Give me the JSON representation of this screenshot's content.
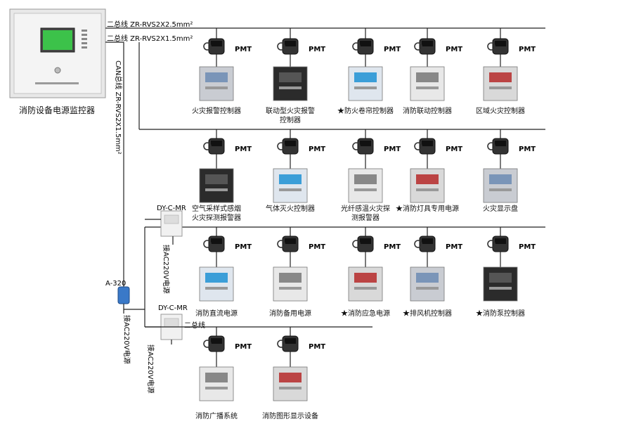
{
  "controller": {
    "title": "消防设备电源监控器",
    "screen_color": "#3cc24a"
  },
  "buses": {
    "bus1": "二总线 ZR-RVS2X2.5mm²",
    "bus2": "二总线 ZR-RVS2X1.5mm²",
    "can": "CAN总线 ZR-RVS2X1.5mm²",
    "bus3": "二总线"
  },
  "modules": {
    "dy1": "DY-C-MR",
    "dy2": "DY-C-MR",
    "a320": "A-320",
    "power1": "接AC220V电源",
    "power2": "接AC220V电源",
    "power3": "接AC220V电源"
  },
  "sensor_label": "PMT",
  "rows": [
    {
      "devices": [
        {
          "label": "火灾报警控制器"
        },
        {
          "label": "联动型火灾报警\n控制器"
        },
        {
          "label": "★防火卷帘控制器"
        },
        {
          "label": "消防联动控制器"
        },
        {
          "label": "区域火灾控制器"
        }
      ]
    },
    {
      "devices": [
        {
          "label": "空气采样式感烟\n火灾探测报警器"
        },
        {
          "label": "气体灭火控制器"
        },
        {
          "label": "光纤感温火灾探\n测报警器"
        },
        {
          "label": "★消防灯具专用电源"
        },
        {
          "label": "火灾显示盘"
        }
      ]
    },
    {
      "devices": [
        {
          "label": "消防直流电源"
        },
        {
          "label": "消防备用电源"
        },
        {
          "label": "★消防应急电源"
        },
        {
          "label": "★排风机控制器"
        },
        {
          "label": "★消防泵控制器"
        }
      ]
    },
    {
      "devices": [
        {
          "label": "消防广播系统"
        },
        {
          "label": "消防图形显示设备"
        }
      ]
    }
  ]
}
